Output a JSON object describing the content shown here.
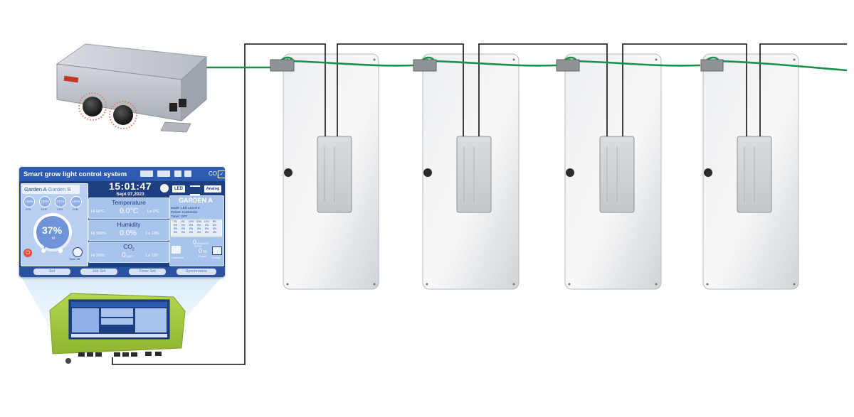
{
  "screen": {
    "title": "Smart grow light control system",
    "co2_label": "CO",
    "garden_tab_active": "Garden A",
    "garden_tab_other": "Garden B",
    "mini_dials": [
      {
        "value": "100%",
        "label": "CH1"
      },
      {
        "value": "100%",
        "label": "CH2"
      },
      {
        "value": "100%",
        "label": "CH3"
      },
      {
        "value": "100%",
        "label": "CH4"
      }
    ],
    "dial_value": "37%",
    "dial_sub": "M",
    "timer_label": "Timer off",
    "time": "15:01:47",
    "date": "Sept 07,2023",
    "temperature": {
      "title": "Temperature",
      "hi_label": "Hi",
      "hi_value": "99°C",
      "value": "0.0°C",
      "lo_label": "Lo",
      "lo_value": "0°C"
    },
    "humidity": {
      "title": "Humidity",
      "hi_label": "Hi",
      "hi_value": "100%",
      "value": "0.0%",
      "lo_label": "Lo",
      "lo_value": "10%"
    },
    "co2": {
      "title": "CO",
      "hi_label": "Hi",
      "hi_value": "2000",
      "value": "0",
      "unit": "ppm",
      "lo_label": "Lo",
      "lo_value": "100"
    },
    "led_badge": "LED",
    "analog_badge": "Analog",
    "garden_name": "GARDEN A",
    "mode_line": "Mode: LED LIGHTS",
    "preset_line": "Preset: Customize",
    "timer_line": "Timer: OFF",
    "channel_headers": [
      "R1",
      "B1",
      "CH3",
      "CH4",
      "UV1",
      "IR1"
    ],
    "channel_rows": [
      [
        "0%",
        "0%",
        "0%",
        "0%",
        "0%",
        "0%"
      ],
      [
        "0%",
        "0%",
        "0%",
        "0%",
        "0%",
        "0%"
      ],
      [
        "0%",
        "0%",
        "0%",
        "0%",
        "0%",
        "0%"
      ]
    ],
    "ppfd_value": "0",
    "ppfd_unit": "umol/m²s",
    "ppfd_label": "PPFD",
    "power_value": "0",
    "power_unit": "W",
    "power_label": "Power",
    "customize_label": "Customize",
    "storage_label": "Storage",
    "buttons": [
      "Set",
      "Job Set",
      "Timer Set",
      "Synchronize"
    ]
  },
  "colors": {
    "cable_signal": "#1a8f4a",
    "cable_data": "#111111",
    "device_body_silver": "#c9cfd6",
    "fixture_panel": "#e4e7ea",
    "hmi_blue": "#1d3f82",
    "controller_green": "#a7cc45"
  }
}
